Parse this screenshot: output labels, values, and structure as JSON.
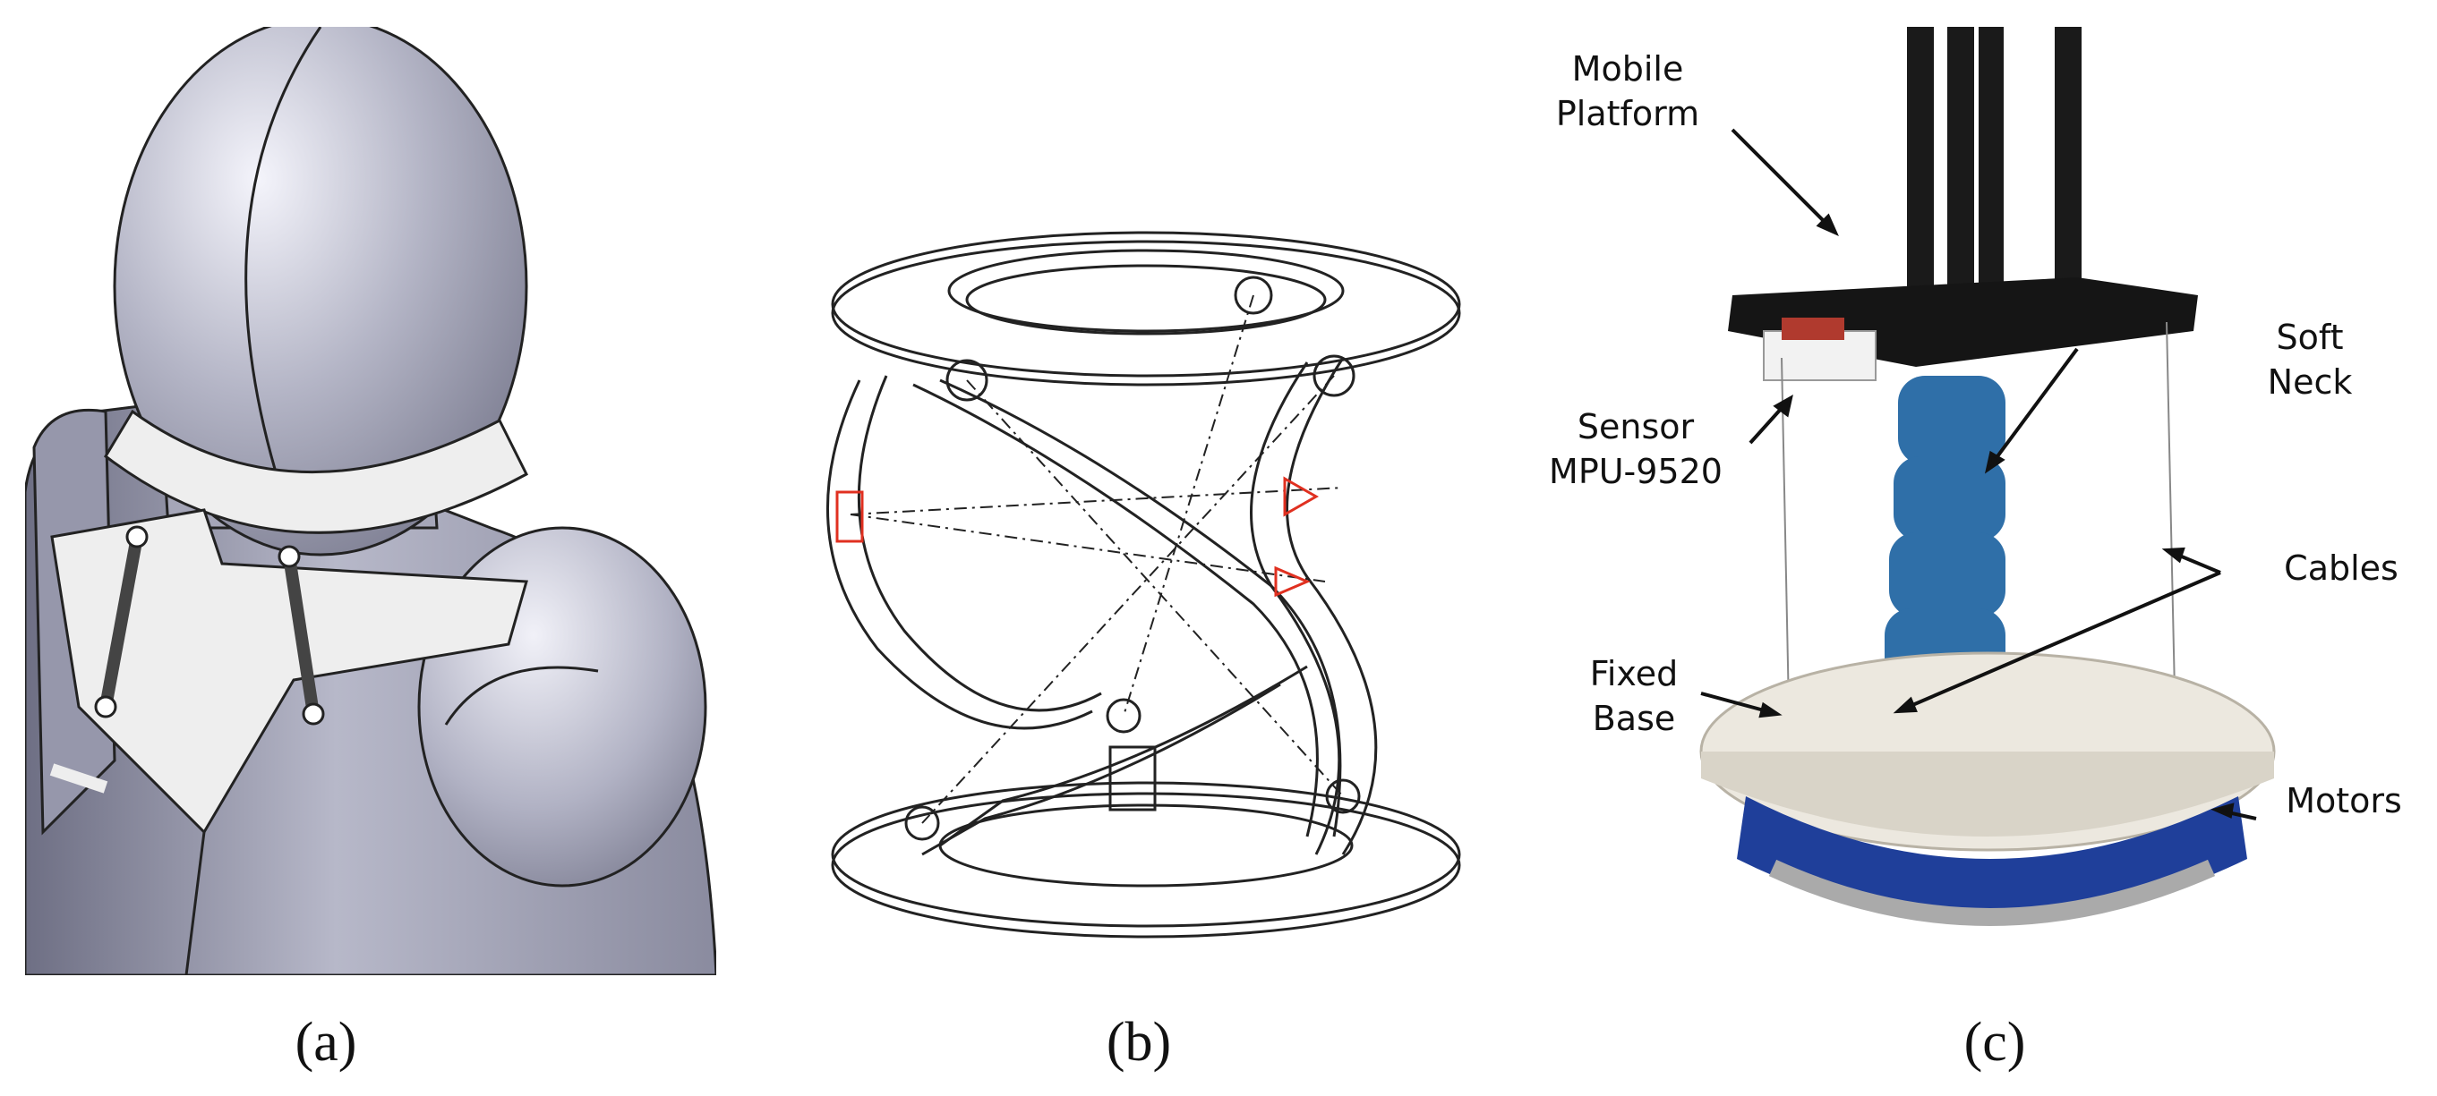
{
  "captions": {
    "a": "(a)",
    "b": "(b)",
    "c": "(c)"
  },
  "panel_c_labels": {
    "mobile_platform": [
      "Mobile",
      "Platform"
    ],
    "soft_neck": [
      "Soft",
      "Neck"
    ],
    "sensor": [
      "Sensor",
      "MPU-9520"
    ],
    "cables": "Cables",
    "fixed_base": [
      "Fixed",
      "Base"
    ],
    "motors": "Motors"
  },
  "colors": {
    "mannequin": "#b9bac9",
    "collar": "#eeeeee",
    "neck_blue": "#2f6fa8",
    "platform": "#151515",
    "base": "#ece8df",
    "motor_blue": "#1f3f9a",
    "joint_red": "#e03020"
  },
  "icons": {
    "panel_a": "mannequin-with-neck-brace-render",
    "panel_b": "parallel-mechanism-line-drawing",
    "panel_c": "soft-neck-prototype-photo"
  }
}
